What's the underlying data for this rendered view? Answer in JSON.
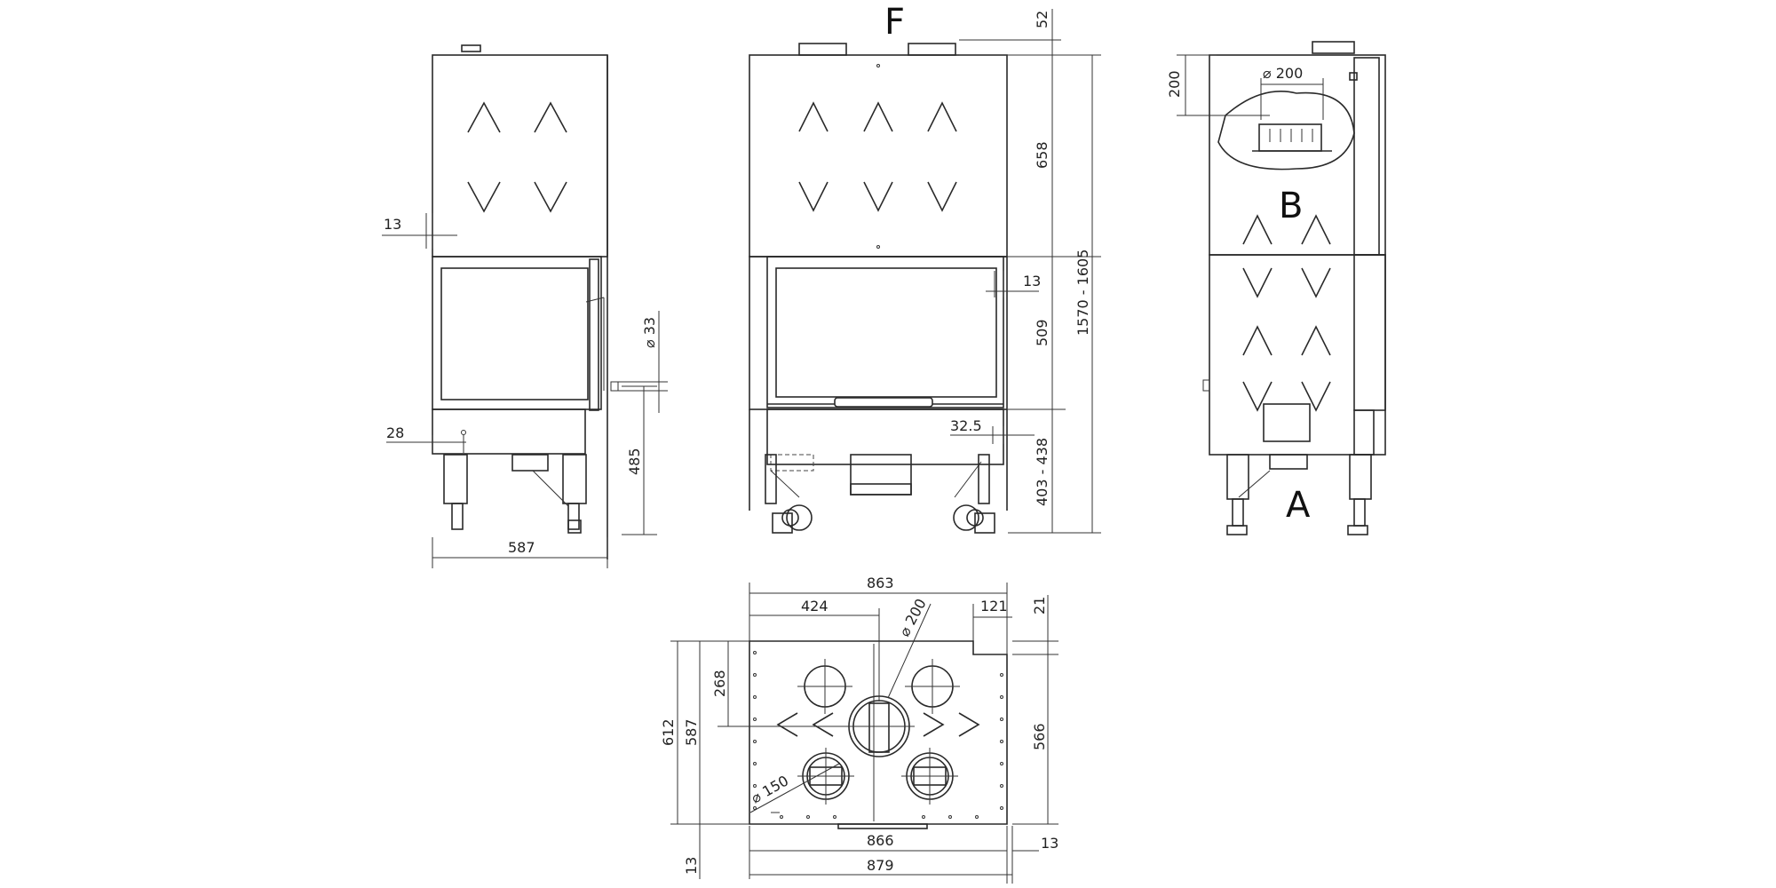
{
  "view_labels": {
    "front": "F",
    "right": "B",
    "side_bottom": "A"
  },
  "dims": {
    "d13a": "13",
    "d28": "28",
    "d587": "587",
    "d485": "485",
    "d_o33": "⌀ 33",
    "d52": "52",
    "d658": "658",
    "d13b": "13",
    "d509": "509",
    "d1570": "1570 - 1605",
    "d32_5": "32.5",
    "d403": "403 - 438",
    "d200h": "200",
    "d_o200a": "⌀ 200",
    "d863": "863",
    "d424": "424",
    "d_o200b": "⌀ 200",
    "d121": "121",
    "d21": "21",
    "d268": "268",
    "d612": "612",
    "d587b": "587",
    "d566": "566",
    "d_o150": "⌀ 150",
    "d13c": "13",
    "d866": "866",
    "d13d": "13",
    "d879": "879"
  },
  "colors": {
    "line": "#2a2a2a",
    "background": "#ffffff"
  }
}
